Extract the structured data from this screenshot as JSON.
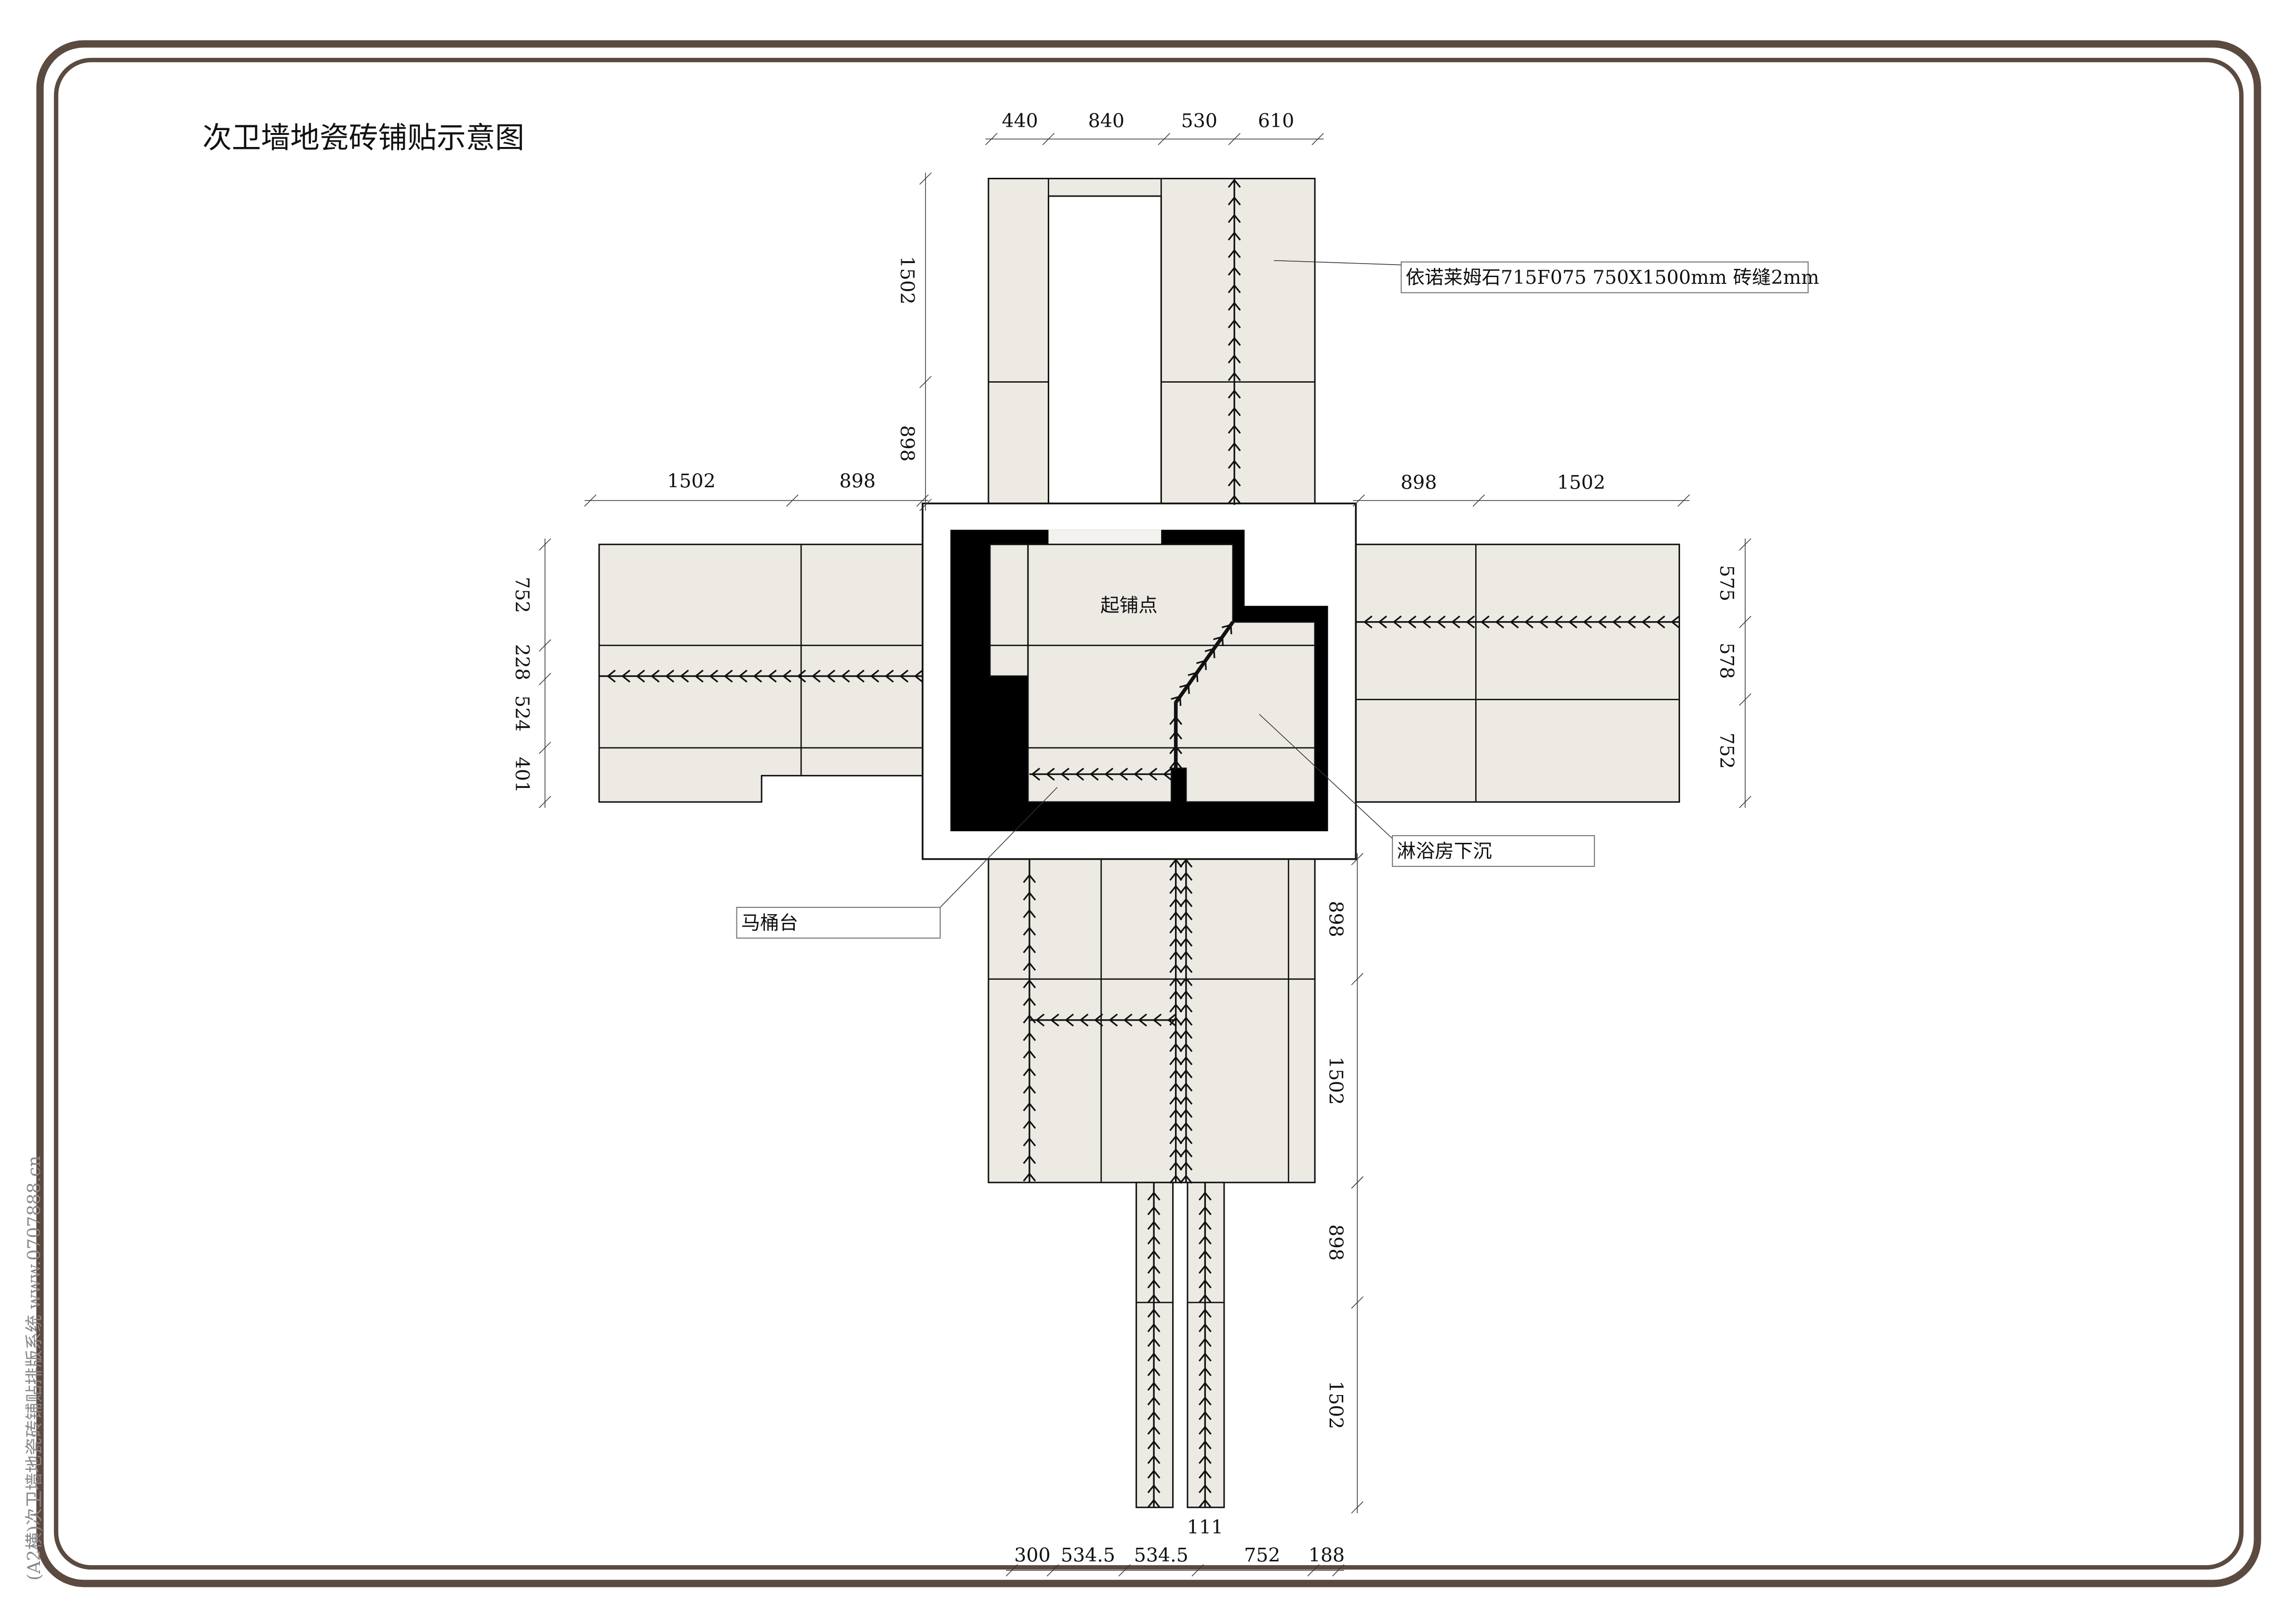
{
  "title": "次卫墙地瓷砖铺贴示意图",
  "watermark": "(A2横)次卫墙地瓷砖铺贴排版系统 www.0707888.cn",
  "center_label": "起铺点",
  "callouts": {
    "tile_spec": "依诺莱姆石715F075 750X1500mm 砖缝2mm",
    "shower": "淋浴房下沉",
    "toilet": "马桶台"
  },
  "dims": {
    "top_h": [
      "440",
      "840",
      "530",
      "610"
    ],
    "top_v": [
      "1502",
      "898"
    ],
    "left_h": [
      "1502",
      "898"
    ],
    "left_v": [
      "752",
      "228",
      "524",
      "401"
    ],
    "right_h": [
      "898",
      "1502"
    ],
    "right_v": [
      "575",
      "578",
      "752"
    ],
    "bottom_v": [
      "898",
      "1502"
    ],
    "strip_v": [
      "898",
      "1502"
    ],
    "strip_gap": "111",
    "bottom_h": [
      "300",
      "534.5",
      "534.5",
      "752",
      "188"
    ]
  },
  "colors": {
    "frame": "#5b4a40",
    "tile": "#edeae4"
  }
}
